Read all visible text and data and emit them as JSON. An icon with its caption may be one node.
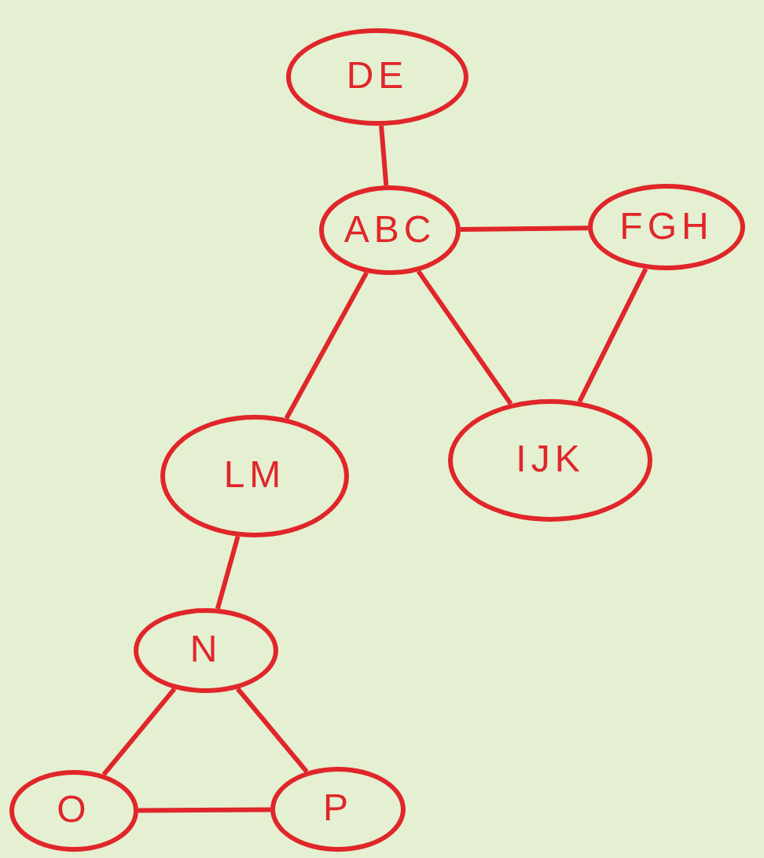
{
  "diagram": {
    "nodes": [
      {
        "text": [
          "DE"
        ]
      },
      {
        "text": [
          "ABC"
        ]
      },
      {
        "text": [
          "FGH"
        ]
      },
      {
        "text": [
          "LM"
        ]
      },
      {
        "text": [
          "IJK"
        ]
      },
      {
        "text": [
          "N"
        ]
      },
      {
        "text": [
          "O"
        ]
      },
      {
        "text": [
          "P"
        ]
      }
    ],
    "edges": [
      {
        "from": 0,
        "to": 1,
        "arrow": "none"
      },
      {
        "from": 1,
        "to": 2,
        "arrow": "none"
      },
      {
        "from": 1,
        "to": 3,
        "arrow": "none"
      },
      {
        "from": 1,
        "to": 4,
        "arrow": "none"
      },
      {
        "from": 2,
        "to": 4,
        "arrow": "none"
      },
      {
        "from": 3,
        "to": 5,
        "arrow": "none"
      },
      {
        "from": 5,
        "to": 6,
        "arrow": "none"
      },
      {
        "from": 5,
        "to": 7,
        "arrow": "none"
      },
      {
        "from": 6,
        "to": 7,
        "arrow": "none"
      }
    ]
  }
}
